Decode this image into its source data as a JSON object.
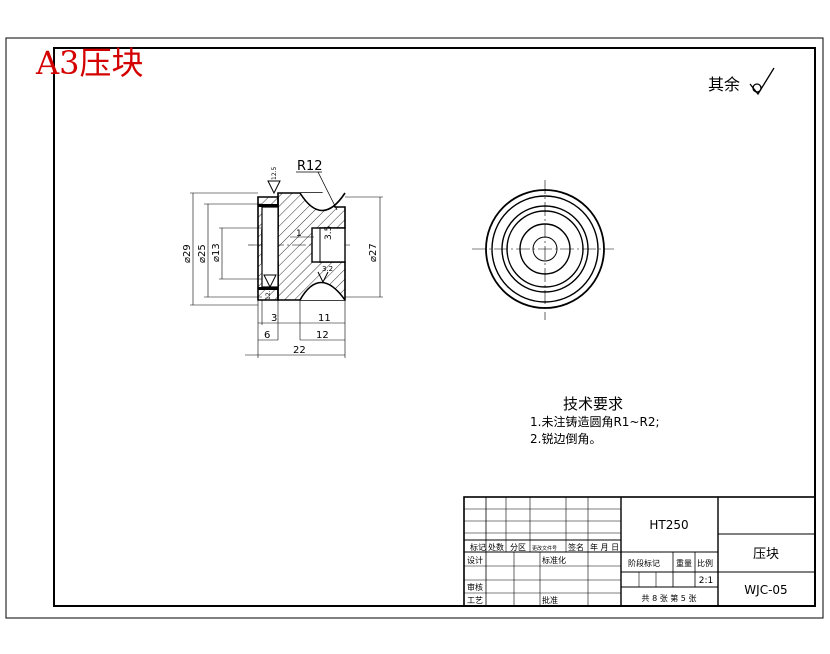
{
  "sheet": {
    "header_label": "A3压块",
    "surface_note": "其余"
  },
  "dimensions": {
    "radius": "R12",
    "d29": "⌀29",
    "d25": "⌀25",
    "d13": "⌀13",
    "d27": "⌀27",
    "len_3": "3",
    "len_6": "6",
    "len_22": "22",
    "len_11": "11",
    "len_12": "12",
    "len_1": "1",
    "len_35": "3.5",
    "rough_a": "12.5",
    "rough_b": "12.5",
    "rough_c": "3.2"
  },
  "notes": {
    "title": "技术要求",
    "line1": "1.未注铸造圆角R1~R2;",
    "line2": "2.锐边倒角。"
  },
  "title_block": {
    "material": "HT250",
    "part_name": "压块",
    "drawing_no": "WJC-05",
    "scale": "2:1",
    "sheets": "共 8 张  第 5 张",
    "h_biaoji": "标记",
    "h_chushu": "处数",
    "h_fenqu": "分区",
    "h_gengai": "更改文件号",
    "h_qianming": "签名",
    "h_ymd": "年 月 日",
    "h_sheji": "设计",
    "h_biaozhunhua": "标准化",
    "h_shenhe": "审核",
    "h_gongyi": "工艺",
    "h_pizhun": "批准",
    "h_jieduan": "阶段标记",
    "h_zhongliang": "重量",
    "h_bili": "比例"
  }
}
